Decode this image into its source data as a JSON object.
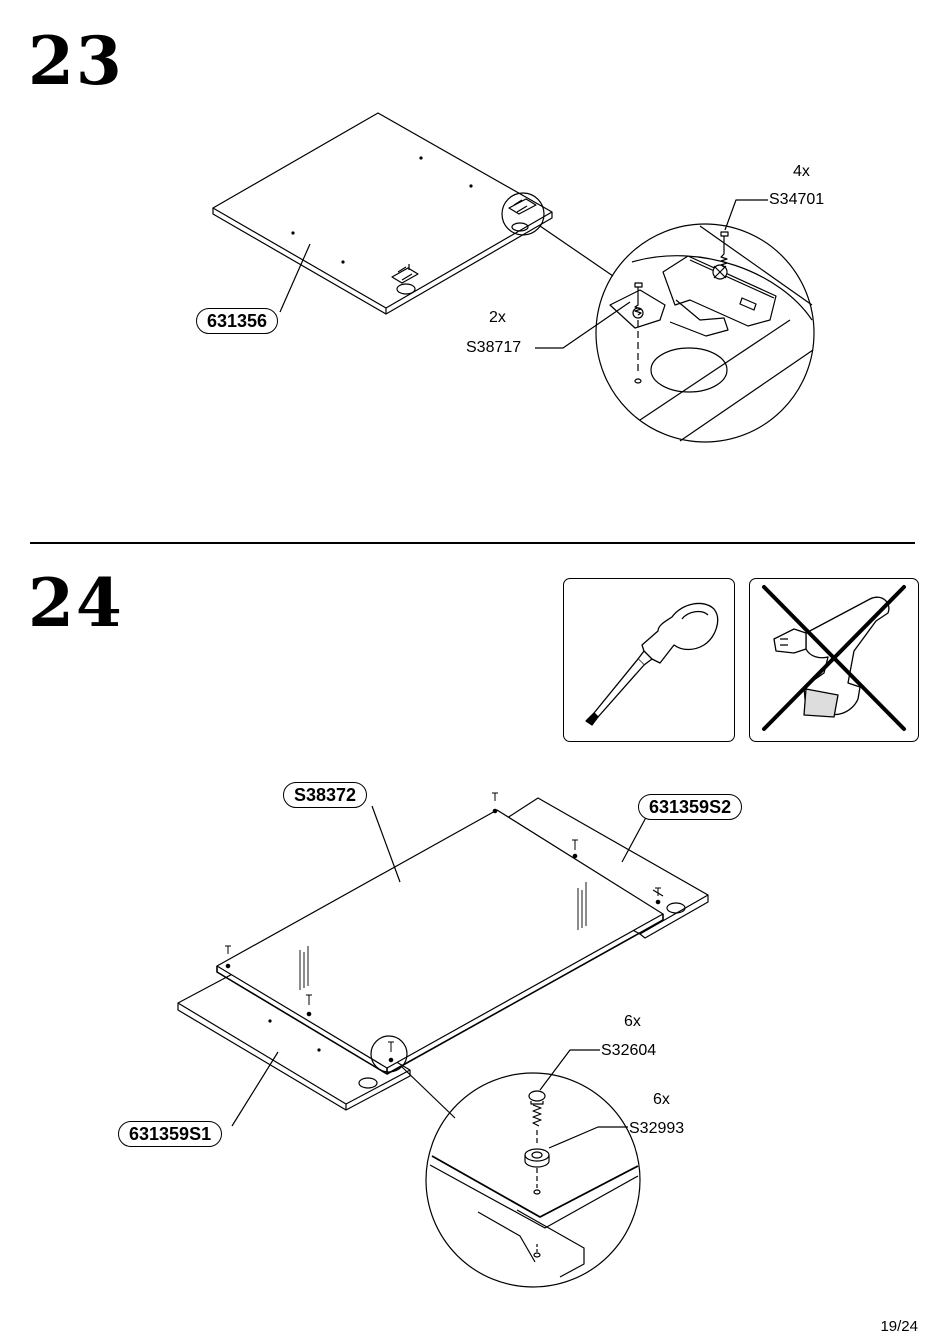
{
  "step23": {
    "number": "23",
    "panel_label": "631356",
    "hinge_screw": {
      "qty": "4x",
      "code": "S34701"
    },
    "hinge_plate_screw": {
      "qty": "2x",
      "code": "S38717"
    }
  },
  "step24": {
    "number": "24",
    "tools": [
      {
        "icon": "screwdriver-icon",
        "allowed": true
      },
      {
        "icon": "power-drill-crossed-icon",
        "allowed": false
      }
    ],
    "panel_top_label": "S38372",
    "panel_right_label": "631359S2",
    "panel_left_label": "631359S1",
    "screw": {
      "qty": "6x",
      "code": "S32604"
    },
    "cap": {
      "qty": "6x",
      "code": "S32993"
    }
  },
  "footer": {
    "page": "19/24"
  }
}
